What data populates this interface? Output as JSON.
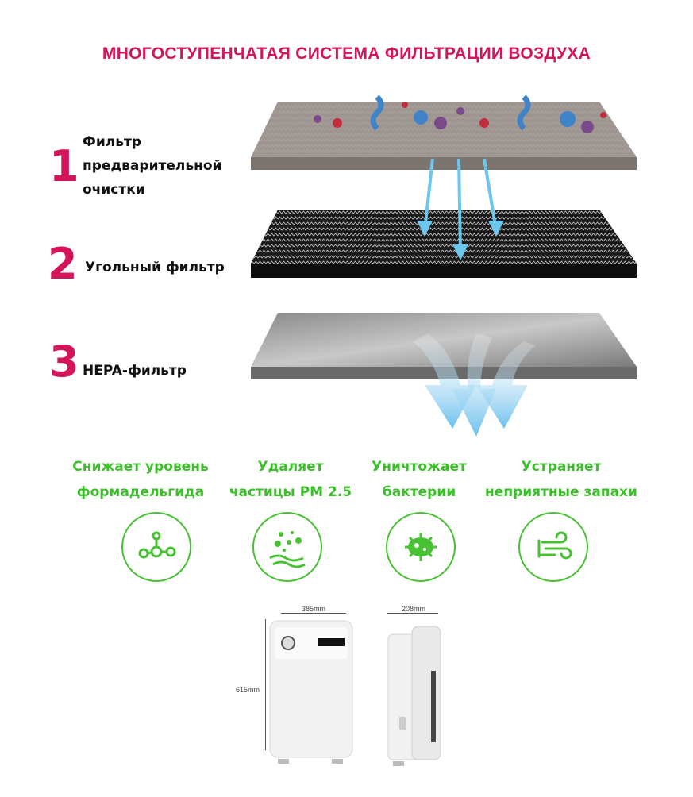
{
  "title": "МНОГОСТУПЕНЧАТАЯ СИСТЕМА ФИЛЬТРАЦИИ ВОЗДУХА",
  "filters": [
    {
      "number": "1",
      "label_lines": [
        "Фильтр",
        "предварительной",
        "очистки"
      ]
    },
    {
      "number": "2",
      "label_lines": [
        "Угольный фильтр"
      ]
    },
    {
      "number": "3",
      "label_lines": [
        "HEPA-фильтр"
      ]
    }
  ],
  "benefits": [
    {
      "lines": [
        "Снижает уровень",
        "формадельгида"
      ],
      "icon": "molecule-icon"
    },
    {
      "lines": [
        "Удаляет",
        "частицы PM 2.5"
      ],
      "icon": "particles-icon"
    },
    {
      "lines": [
        "Уничтожает",
        "бактерии"
      ],
      "icon": "virus-icon"
    },
    {
      "lines": [
        "Устраняет",
        "неприятные запахи"
      ],
      "icon": "wind-icon"
    }
  ],
  "dimensions": {
    "width": "385mm",
    "depth": "208mm",
    "height": "615mm"
  },
  "colors": {
    "accent": "#d4155b",
    "green": "#3cc02a",
    "arrow": "#6cc6ee"
  }
}
